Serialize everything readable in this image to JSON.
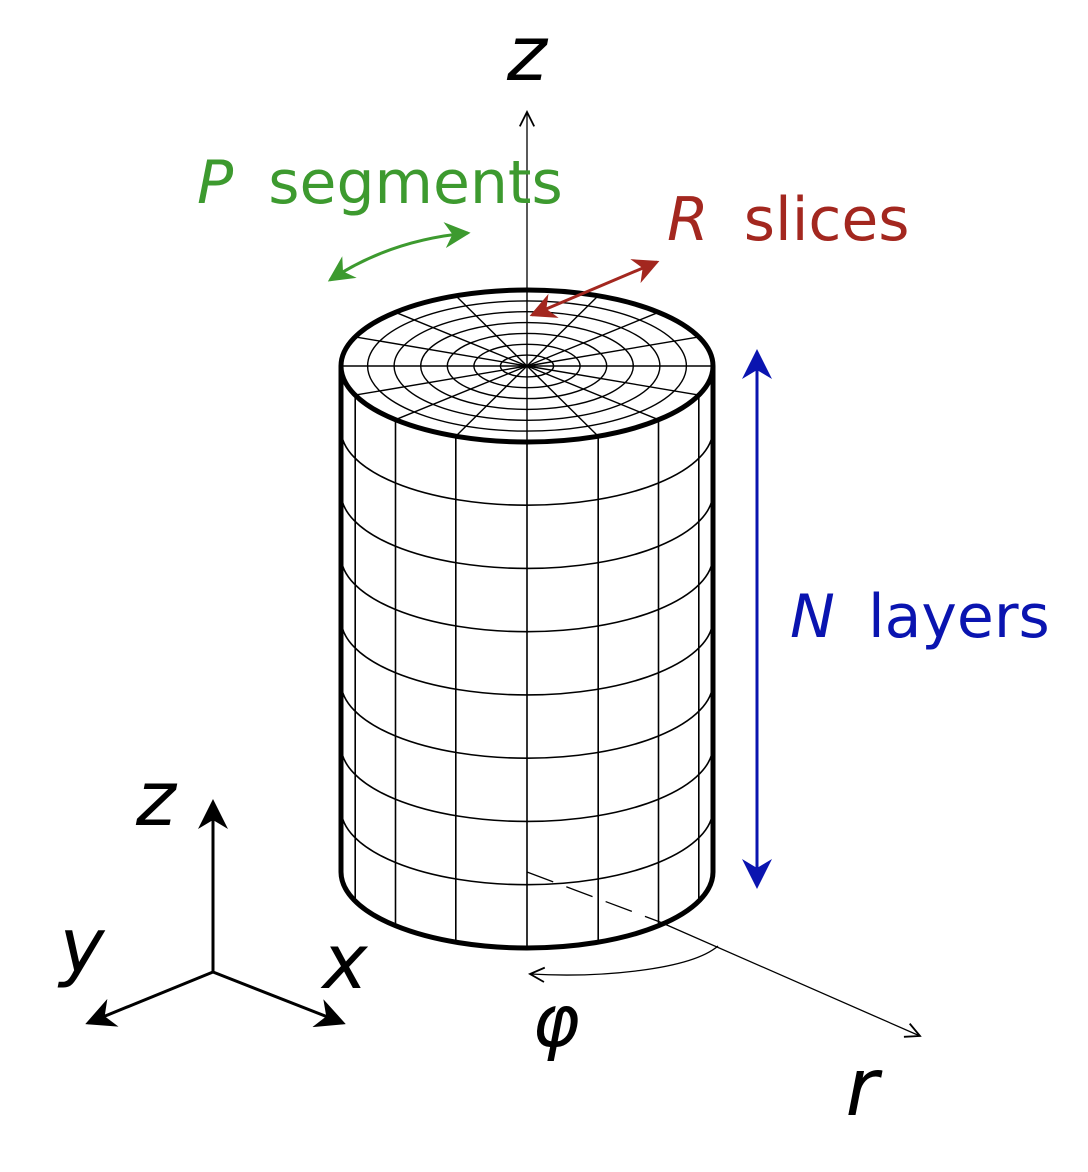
{
  "labels": {
    "z_axis": "z",
    "p_var": "P",
    "p_text": "segments",
    "r_var": "R",
    "r_text": "slices",
    "n_var": "N",
    "n_text": "layers",
    "phi": "φ",
    "r_axis": "r",
    "frame_z": "z",
    "frame_y": "y",
    "frame_x": "x"
  },
  "colors": {
    "segments": "#3d9a2f",
    "slices": "#a3271f",
    "layers": "#0a14b0",
    "ink": "#000000"
  },
  "mesh": {
    "segments": 16,
    "slices": 7,
    "layers": 8
  }
}
